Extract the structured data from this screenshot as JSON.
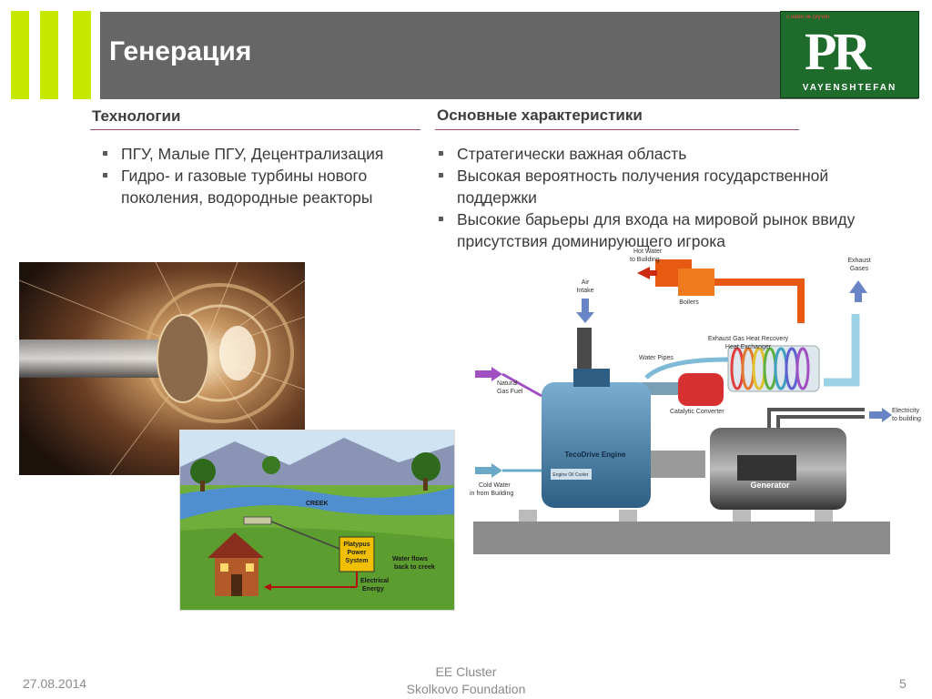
{
  "slide": {
    "title": "Генерация"
  },
  "logo": {
    "tagline": "с нами не скучно",
    "letters": "PR",
    "name": "VAYENSHTEFAN"
  },
  "left": {
    "heading": "Технологии",
    "bullets": [
      "ПГУ, Малые ПГУ, Децентрализация",
      "Гидро- и газовые турбины нового поколения, водородные реакторы"
    ]
  },
  "right": {
    "heading": "Основные характеристики",
    "bullets": [
      "Стратегически важная  область",
      "Высокая вероятность получения государственной поддержки",
      "Высокие барьеры для входа на мировой рынок ввиду присутствия доминирующего игрока"
    ]
  },
  "hydro_diagram": {
    "creek": "CREEK",
    "system": [
      "Platypus",
      "Power",
      "System"
    ],
    "water_flows": [
      "Water flows",
      "back to creek"
    ],
    "electrical": [
      "Electrical",
      "Energy"
    ]
  },
  "cogen_diagram": {
    "hot_water": [
      "Hot Water",
      "to Building"
    ],
    "air_intake": [
      "Air",
      "Intake"
    ],
    "boilers": "Boilers",
    "exhaust_gases": [
      "Exhaust",
      "Gases"
    ],
    "heat_recovery": [
      "Exhaust Gas Heat Recovery",
      "Heat Exchanger"
    ],
    "water_pipes": "Water Pipes",
    "natural_gas": [
      "Natural",
      "Gas Fuel"
    ],
    "catalytic": "Catalytic Converter",
    "electricity": [
      "Electricity",
      "to building"
    ],
    "engine": "TecoDrive Engine",
    "oil_cooler": "Engine Oil Cooler",
    "cold_water": [
      "Cold Water",
      "in from Building"
    ],
    "generator": "Generator"
  },
  "footer": {
    "date": "27.08.2014",
    "org_line1": "EE Cluster",
    "org_line2": "Skolkovo Foundation",
    "page": "5"
  }
}
